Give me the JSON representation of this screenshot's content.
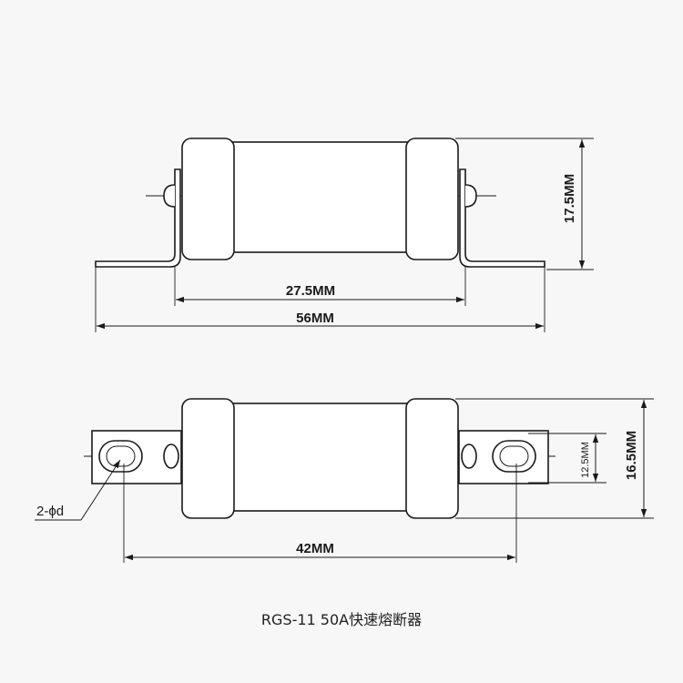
{
  "top_view": {
    "width_label": "27.5MM",
    "total_length_label": "56MM",
    "height_label": "17.5MM"
  },
  "bottom_view": {
    "hole_spacing_label": "42MM",
    "slot_label": "12.5MM",
    "height_label": "16.5MM",
    "hole_callout": "2-ϕd"
  },
  "caption": "RGS-11 50A快速熔断器",
  "colors": {
    "line": "#1a1a1a",
    "background": "#f7f7f7"
  }
}
